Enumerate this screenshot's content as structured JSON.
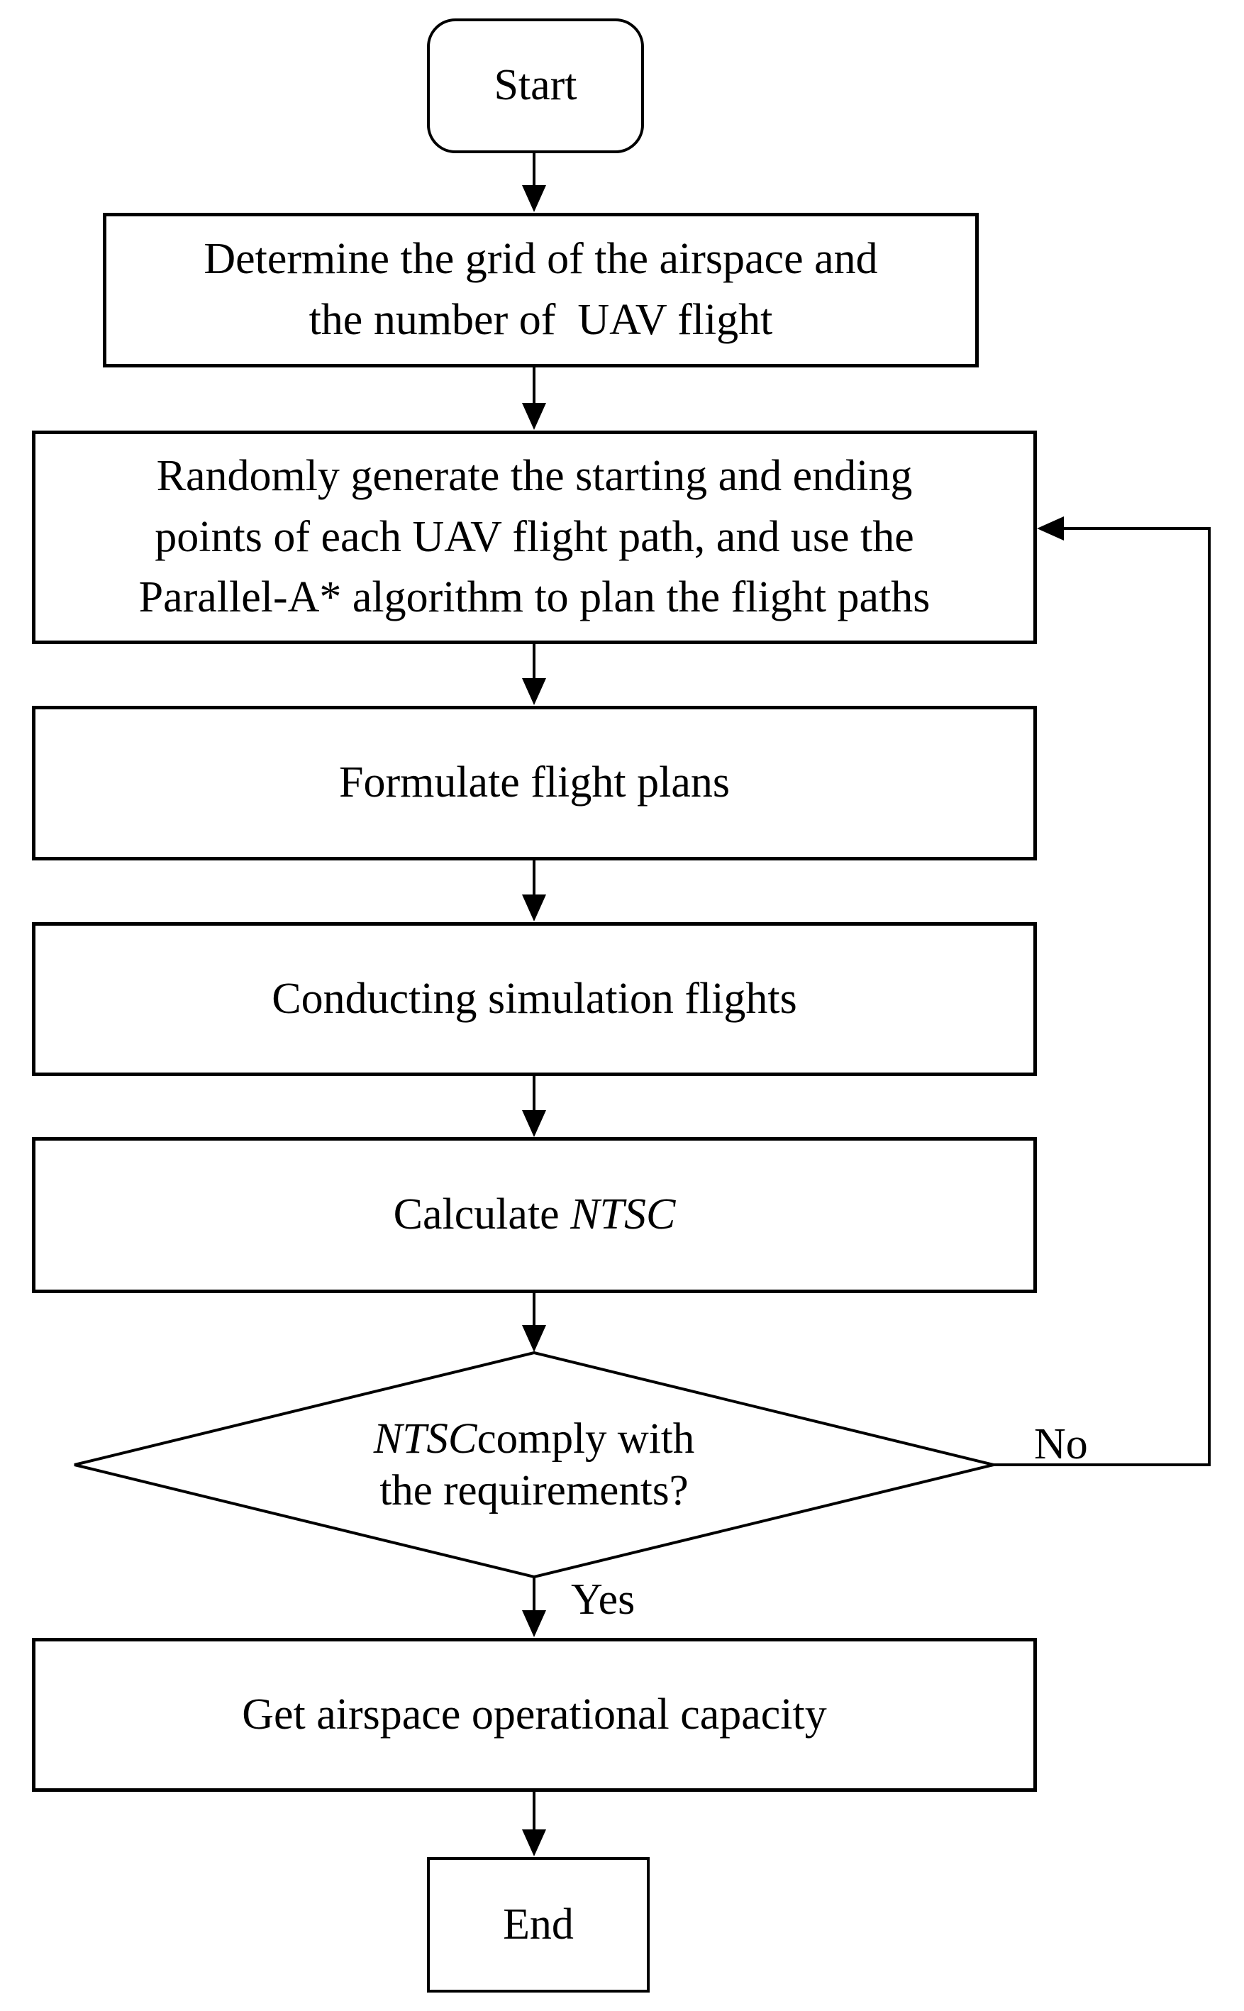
{
  "colors": {
    "stroke": "#000000",
    "background": "#ffffff"
  },
  "nodes": {
    "start": "Start",
    "determine": "Determine the grid of the airspace and\nthe number of  UAV flight",
    "generate": "Randomly generate the starting and ending\npoints of each UAV flight path, and use the\nParallel-A* algorithm to plan the flight paths",
    "formulate": "Formulate flight plans",
    "simulate": "Conducting simulation flights",
    "calculate_prefix": "Calculate ",
    "calculate_term": "NTSC",
    "decision_term": "NTSC",
    "decision_rest": "comply with",
    "decision_line2": "the requirements?",
    "capacity": "Get airspace operational capacity",
    "end": "End"
  },
  "edges": {
    "no": "No",
    "yes": "Yes"
  }
}
